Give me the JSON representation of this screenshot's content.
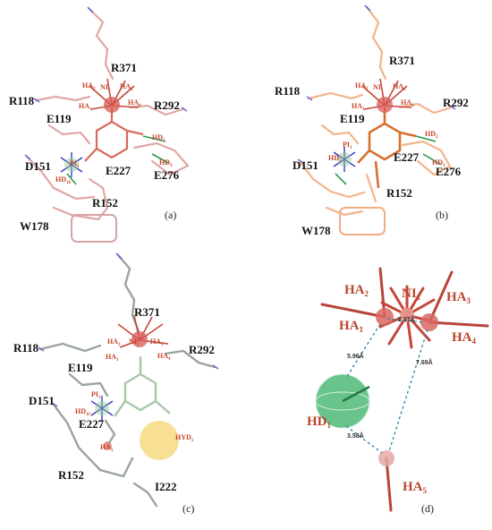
{
  "panels": {
    "a": {
      "letter": "(a)",
      "residues": {
        "r371": "R371",
        "r118": "R118",
        "r292": "R292",
        "e119": "E119",
        "d151": "D151",
        "e227": "E227",
        "e276": "E276",
        "r152": "R152",
        "w178": "W178"
      },
      "pharm": {
        "ha1": "HA",
        "ha2": "HA",
        "ha3": "HA",
        "ha4": "HA",
        "ni1": "NI",
        "hd2": "HD",
        "hd3": "HD",
        "hd1b": "HD",
        "pi1": "PI"
      }
    },
    "b": {
      "letter": "(b)",
      "residues": {
        "r371": "R371",
        "r118": "R118",
        "r292": "R292",
        "e119": "E119",
        "d151": "D151",
        "e227": "E227",
        "e276": "E276",
        "r152": "R152",
        "w178": "W178"
      },
      "pharm": {
        "ha1": "HA",
        "ha2": "HA",
        "ha3": "HA",
        "ha4": "HA",
        "ni1": "NI",
        "hd2": "HD",
        "hd3": "HD",
        "hd1": "HD",
        "pi1": "PI"
      }
    },
    "c": {
      "letter": "(c)",
      "residues": {
        "r371": "R371",
        "r118": "R118",
        "r292": "R292",
        "e119": "E119",
        "d151": "D151",
        "e227": "E227",
        "r152": "R152",
        "i222": "I222"
      },
      "pharm": {
        "ha1": "HA",
        "ha2": "HA",
        "ha3": "HA",
        "ha4": "HA",
        "ni1": "NI",
        "pi1": "PI",
        "hd1c": "HD",
        "ha5": "HA",
        "hyd1": "HYD"
      }
    },
    "d": {
      "letter": "(d)",
      "labels": {
        "ha1": "HA",
        "ha2": "HA",
        "ha3": "HA",
        "ha4": "HA",
        "ha5": "HA",
        "ni1": "NI",
        "hd1": "HD"
      },
      "distances": {
        "d1": "2.37Å",
        "d2": "5.96Å",
        "d3": "7.69Å",
        "d4": "3.58Å"
      }
    }
  },
  "colors": {
    "panel_a_stick": "#e7a8a6",
    "panel_b_stick": "#f2b48a",
    "panel_c_stick": "#9aa59a",
    "acceptor": "#c5473a",
    "donor": "#1f9a4a",
    "hydrophobic": "#f2cf5a",
    "nitrogen": "#6b6bd8"
  }
}
